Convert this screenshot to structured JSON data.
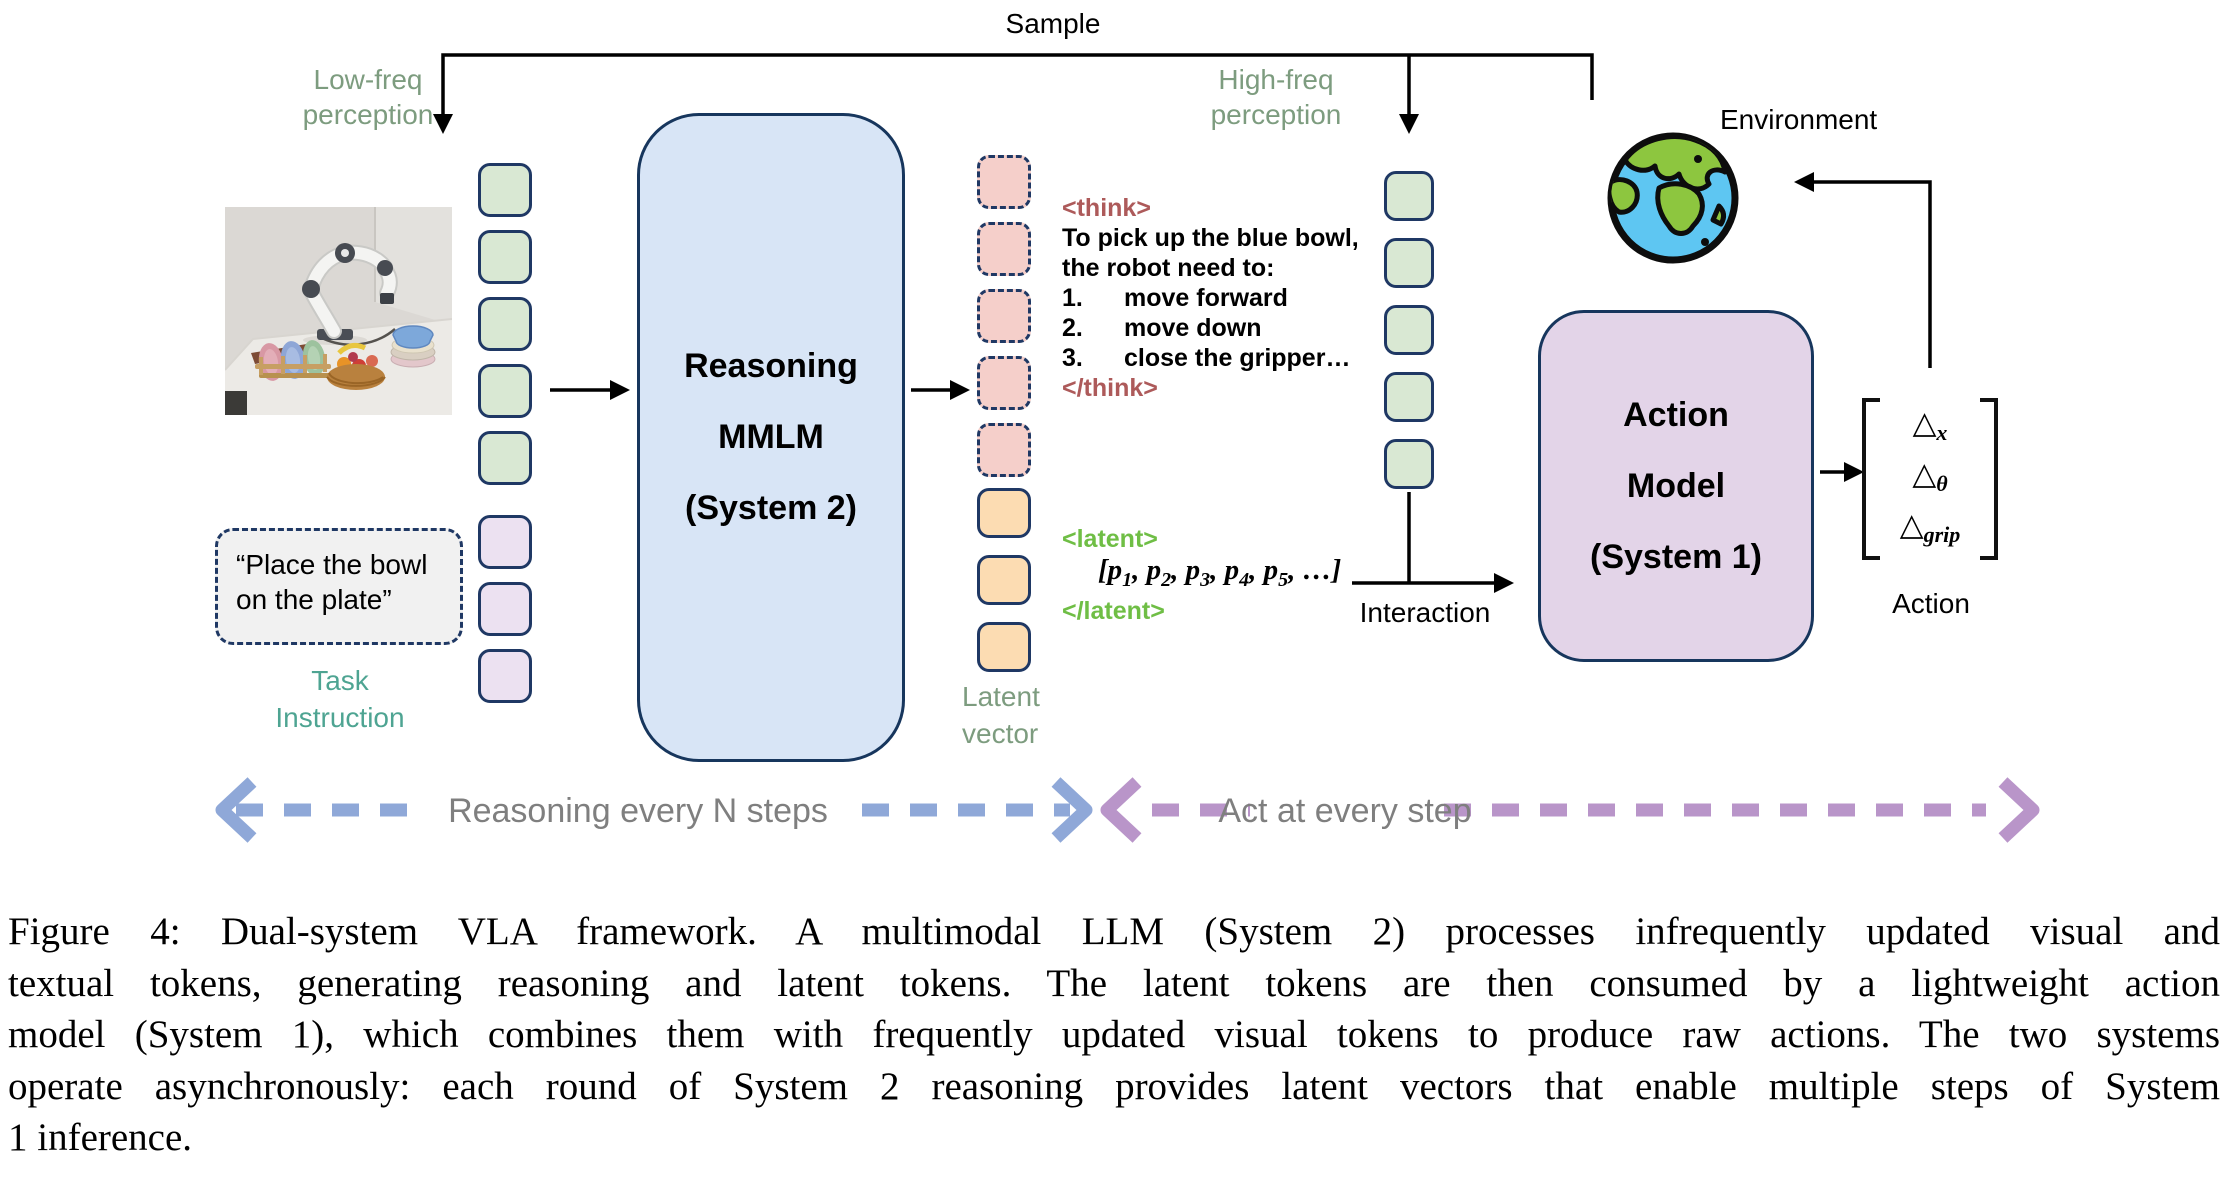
{
  "colors": {
    "token_border": "#1f3864",
    "green_token": "#d9e8d3",
    "purple_token": "#ece1f1",
    "pink_token": "#f5cfca",
    "orange_token": "#fcdcb2",
    "system2_fill": "#d8e5f6",
    "system1_fill": "#e3d4e8",
    "sage_label": "#7d9c7f",
    "teal_label": "#4ea492",
    "think_tag": "#ad5a5a",
    "latent_tag": "#6fbe45",
    "blue_arrow": "#8fa8d8",
    "purple_arrow": "#b995c9",
    "gray_text": "#7f7f7f"
  },
  "labels": {
    "sample": "Sample",
    "low_freq": "Low-freq\nperception",
    "high_freq": "High-freq\nperception",
    "task_instruction": "Task\nInstruction",
    "latent_vector": "Latent\nvector",
    "interaction": "Interaction",
    "environment": "Environment",
    "action": "Action",
    "reasoning_every": "Reasoning every N steps",
    "act_every": "Act at every step"
  },
  "task_box": {
    "text": "“Place the bowl\non the plate”"
  },
  "system2": {
    "title": "Reasoning\nMMLM\n(System 2)"
  },
  "system1": {
    "title": "Action\nModel\n(System 1)"
  },
  "think": {
    "open": "<think>",
    "line1": "To pick up the blue bowl,",
    "line2": "the robot need to:",
    "steps": [
      [
        "1.",
        "move forward"
      ],
      [
        "2.",
        "move down"
      ],
      [
        "3.",
        "close the gripper…"
      ]
    ],
    "close": "</think>"
  },
  "latent": {
    "open": "<latent>",
    "bracket_open": "[",
    "items": [
      [
        "p",
        "1"
      ],
      [
        "p",
        "2"
      ],
      [
        "p",
        "3"
      ],
      [
        "p",
        "4"
      ],
      [
        "p",
        "5"
      ]
    ],
    "separator": ", ",
    "ellipsis": ", …",
    "bracket_close": "]",
    "close": "</latent>"
  },
  "action_vector": {
    "rows": [
      [
        "△",
        "x"
      ],
      [
        "△",
        "θ"
      ],
      [
        "△",
        "grip"
      ]
    ]
  },
  "tokens": {
    "low_freq": 5,
    "instruction": 3,
    "reasoning": 5,
    "latent": 3,
    "high_freq": 5
  },
  "caption": {
    "lines": [
      "Figure 4: Dual-system VLA framework. A multimodal LLM (System 2) processes infrequently updated visual and",
      "textual tokens, generating reasoning and latent tokens. The latent tokens are then consumed by a lightweight action",
      "model (System 1), which combines them with frequently updated visual tokens to produce raw actions. The two systems",
      "operate asynchronously: each round of System 2 reasoning provides latent vectors that enable multiple steps of System",
      "1 inference."
    ]
  }
}
